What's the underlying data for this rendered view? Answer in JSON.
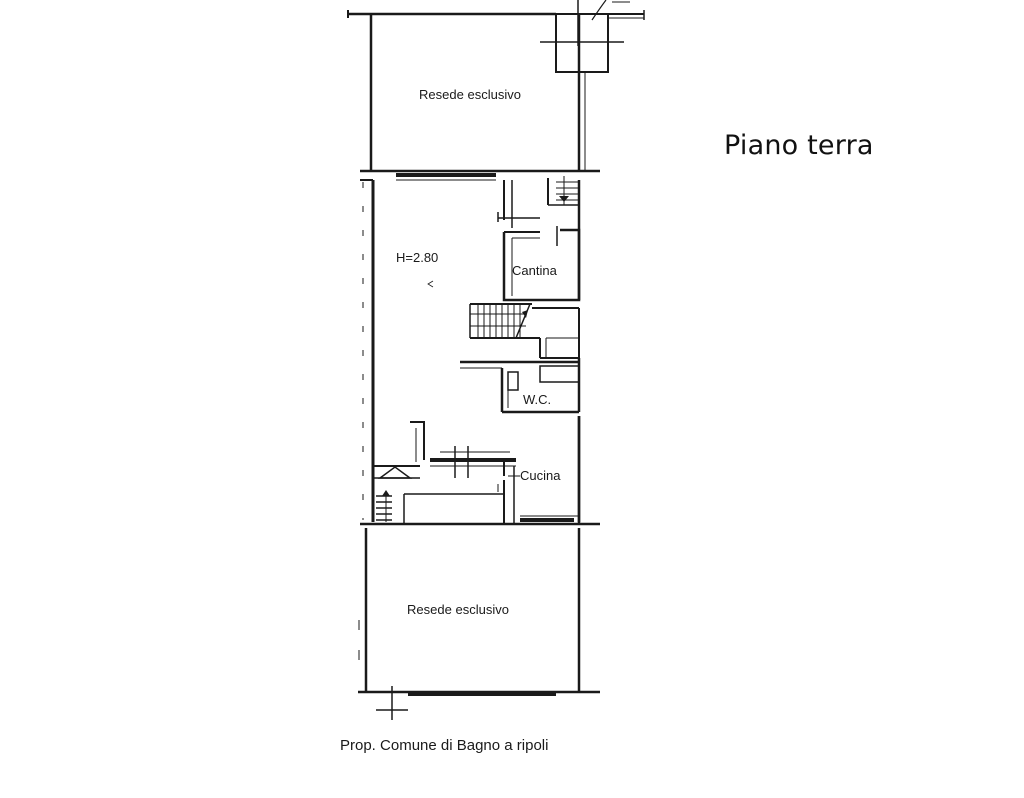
{
  "floor_title": "Piano terra",
  "labels": {
    "resede_top": "Resede esclusivo",
    "height": "H=2.80",
    "cantina": "Cantina",
    "wc": "W.C.",
    "cucina": "Cucina",
    "resede_bottom": "Resede esclusivo",
    "owner": "Prop. Comune di Bagno a ripoli"
  },
  "colors": {
    "ink": "#1a1a1a",
    "paper": "#ffffff"
  }
}
